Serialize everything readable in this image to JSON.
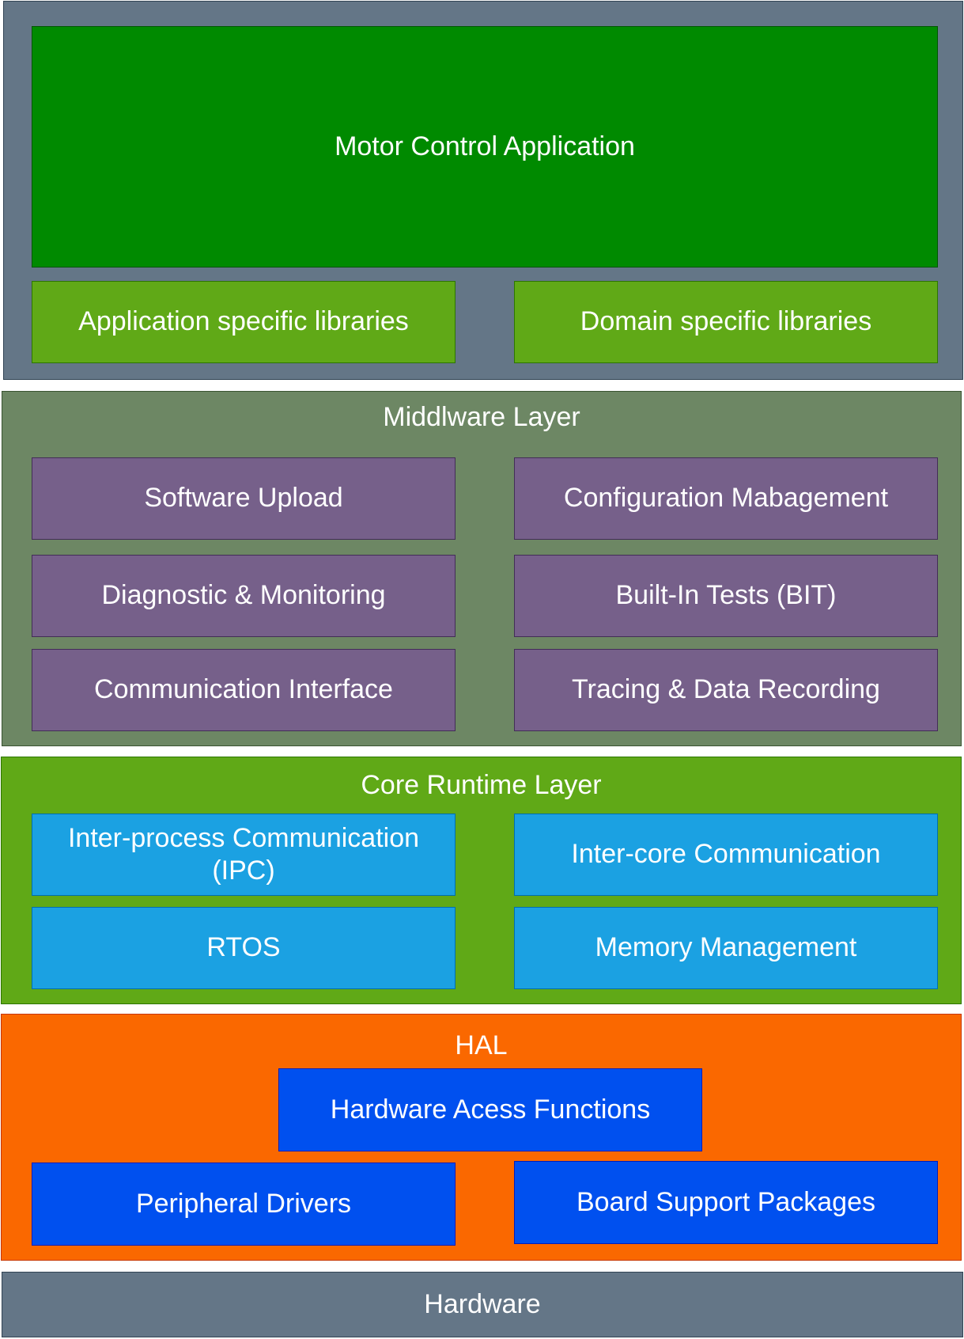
{
  "application_layer": {
    "color": "#647687",
    "main": {
      "label": "Motor Control Application",
      "color": "#008A00"
    },
    "libraries": [
      {
        "label": "Application specific libraries",
        "color": "#60A917"
      },
      {
        "label": "Domain specific libraries",
        "color": "#60A917"
      }
    ]
  },
  "middleware_layer": {
    "title": "Middlware Layer",
    "color": "#6D8764",
    "box_color": "#76608A",
    "items": [
      "Software Upload",
      "Configuration Mabagement",
      "Diagnostic & Monitoring",
      "Built-In Tests (BIT)",
      "Communication Interface",
      "Tracing & Data Recording"
    ]
  },
  "core_runtime_layer": {
    "title": "Core Runtime Layer",
    "color": "#60A917",
    "box_color": "#1BA1E2",
    "items": [
      "Inter-process Communication (IPC)",
      "Inter-core Communication",
      "RTOS",
      "Memory Management"
    ]
  },
  "hal_layer": {
    "title": "HAL",
    "color": "#FA6800",
    "box_color": "#0050EF",
    "access": "Hardware Acess Functions",
    "items": [
      "Peripheral Drivers",
      "Board Support Packages"
    ]
  },
  "hardware_layer": {
    "label": "Hardware",
    "color": "#647687"
  }
}
